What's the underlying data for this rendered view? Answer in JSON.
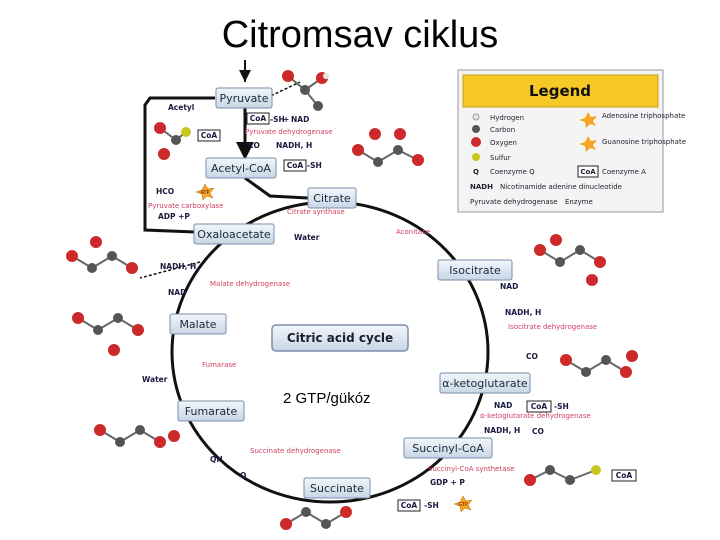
{
  "title": "Citromsav ciklus",
  "note": "2 GTP/gükóz",
  "center_label": "Citric acid cycle",
  "metabolites": {
    "pyruvate": "Pyruvate",
    "acetyl_coa": "Acetyl-CoA",
    "citrate": "Citrate",
    "isocitrate": "Isocitrate",
    "aketoglutarate": "α-ketoglutarate",
    "succinyl_coa": "Succinyl-CoA",
    "succinate": "Succinate",
    "fumarate": "Fumarate",
    "malate": "Malate",
    "oxaloacetate": "Oxaloacetate"
  },
  "enzymes": {
    "pyruvate_dehydrogenase": "Pyruvate dehydrogenase",
    "pyruvate_carboxylase": "Pyruvate carboxylase",
    "citrate_synthase": "Citrate synthase",
    "aconitase": "Aconitase",
    "isocitrate_dehydrogenase": "Isocitrate dehydrogenase",
    "akg_dehydrogenase": "α-ketoglutarate dehydrogenase",
    "succinyl_coa_synthetase": "Succinyl-CoA synthetase",
    "succinate_dehydrogenase": "Succinate dehydrogenase",
    "fumarase": "Fumarase",
    "malate_dehydrogenase": "Malate dehydrogenase"
  },
  "cofactors": {
    "acetyl": "Acetyl",
    "coa": "CoA",
    "sh": "-SH",
    "nad": "NAD",
    "co2": "CO",
    "nadh_h": "NADH, H",
    "hco3": "HCO",
    "atp": "ATP",
    "adp_pi": "ADP +P",
    "water": "Water",
    "gdp_pi": "GDP + P",
    "gtp": "GTP",
    "qh2": "QH",
    "q": "Q",
    "plus": "+"
  },
  "legend": {
    "title": "Legend",
    "items": [
      {
        "icon": "hydrogen-atom",
        "label": "Hydrogen"
      },
      {
        "icon": "carbon-atom",
        "label": "Carbon"
      },
      {
        "icon": "oxygen-atom",
        "label": "Oxygen"
      },
      {
        "icon": "sulfur-atom",
        "label": "Sulfur"
      }
    ],
    "right_items": [
      {
        "icon": "atp-star",
        "label": "Adenosine triphosphate"
      },
      {
        "icon": "gtp-star",
        "label": "Guanosine triphosphate"
      }
    ],
    "q_label": "Coenzyme Q",
    "coa_label": "Coenzyme A",
    "nadh_label": "Nicotinamide adenine dinucleotide",
    "enzyme_sample": "Pyruvate dehydrogenase",
    "enzyme_label": "Enzyme",
    "q_symbol": "Q",
    "nadh_symbol": "NADH",
    "coa_symbol": "CoA"
  },
  "colors": {
    "metabolite_fill": "#dde6f2",
    "enzyme_text": "#d04060",
    "legend_title_bg": "#f7c928",
    "atp_star": "#f5a623",
    "oxygen": "#cc2a2a",
    "carbon": "#555555",
    "hydrogen": "#e6e6e6",
    "sulfur": "#c8c820"
  }
}
